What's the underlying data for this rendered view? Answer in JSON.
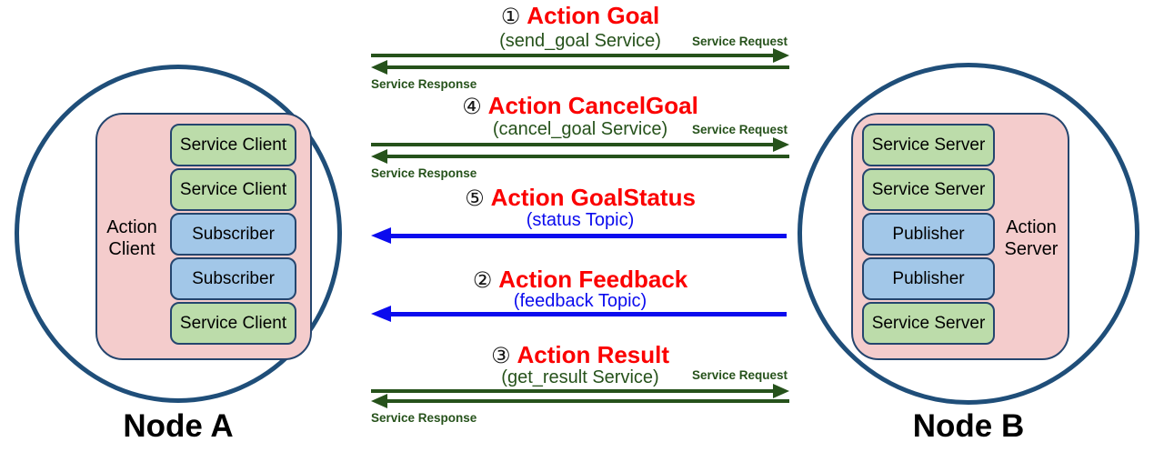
{
  "colors": {
    "title-red": "#fb0000",
    "service-green": "#26521b",
    "topic-blue": "#0b0bee",
    "circle-navy": "#1f4e79",
    "shape-border": "#24456e",
    "container-pink": "#f4cccc",
    "service-box-green": "#bcdcaa",
    "topic-box-blue": "#a2c7e8"
  },
  "nodes": {
    "a": {
      "name": "Node A",
      "role": "Action\nClient",
      "components": [
        {
          "label": "Service Client",
          "type": "service"
        },
        {
          "label": "Service Client",
          "type": "service"
        },
        {
          "label": "Subscriber",
          "type": "topic"
        },
        {
          "label": "Subscriber",
          "type": "topic"
        },
        {
          "label": "Service Client",
          "type": "service"
        }
      ]
    },
    "b": {
      "name": "Node B",
      "role": "Action\nServer",
      "components": [
        {
          "label": "Service Server",
          "type": "service"
        },
        {
          "label": "Service Server",
          "type": "service"
        },
        {
          "label": "Publisher",
          "type": "topic"
        },
        {
          "label": "Publisher",
          "type": "topic"
        },
        {
          "label": "Service Server",
          "type": "service"
        }
      ]
    }
  },
  "interactions": [
    {
      "num": "①",
      "title": "Action Goal",
      "subtitle": "(send_goal Service)",
      "kind": "service",
      "request_label": "Service Request",
      "response_label": "Service Response"
    },
    {
      "num": "④",
      "title": "Action CancelGoal",
      "subtitle": "(cancel_goal Service)",
      "kind": "service",
      "request_label": "Service Request",
      "response_label": "Service Response"
    },
    {
      "num": "⑤",
      "title": "Action GoalStatus",
      "subtitle": "(status Topic)",
      "kind": "topic"
    },
    {
      "num": "②",
      "title": "Action Feedback",
      "subtitle": "(feedback Topic)",
      "kind": "topic"
    },
    {
      "num": "③",
      "title": "Action Result",
      "subtitle": "(get_result Service)",
      "kind": "service",
      "request_label": "Service Request",
      "response_label": "Service Response"
    }
  ]
}
